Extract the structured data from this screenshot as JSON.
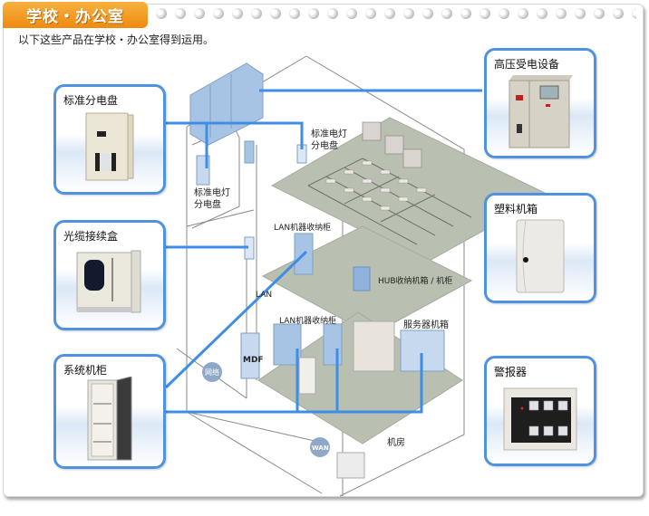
{
  "header": {
    "title": "学校・办公室",
    "intro": "以下这些产品在学校・办公室得到运用。"
  },
  "products": {
    "left": [
      {
        "id": "standard-distribution-panel",
        "label": "标准分电盘"
      },
      {
        "id": "fiber-splice-box",
        "label": "光缆接续盒"
      },
      {
        "id": "system-cabinet",
        "label": "系统机柜"
      }
    ],
    "right": [
      {
        "id": "high-voltage-substation",
        "label": "高压受电设备"
      },
      {
        "id": "plastic-enclosure",
        "label": "塑料机箱"
      },
      {
        "id": "alarm-panel",
        "label": "警报器"
      }
    ]
  },
  "diagram_labels": {
    "lighting_panel_upper": [
      "标准电灯",
      "分电盘"
    ],
    "lighting_panel_lower": [
      "标准电灯",
      "分电盘"
    ],
    "lan_rack_upper": "LAN机器收纳柜",
    "hub_cabinet": "HUB收纳机箱 / 机柜",
    "lan": "LAN",
    "lan_rack_lower": "LAN机器收纳柜",
    "server_cabinet": "服务器机箱",
    "mdf": "MDF",
    "network": "网络",
    "wan": "WAN",
    "machine_room": "机房"
  },
  "colors": {
    "accent_orange": "#ef8a10",
    "link_blue": "#3f8ee6",
    "card_border": "#4f93e0",
    "floor_green": "#b9c0b2",
    "equipment_blue": "#a8c4e4"
  }
}
